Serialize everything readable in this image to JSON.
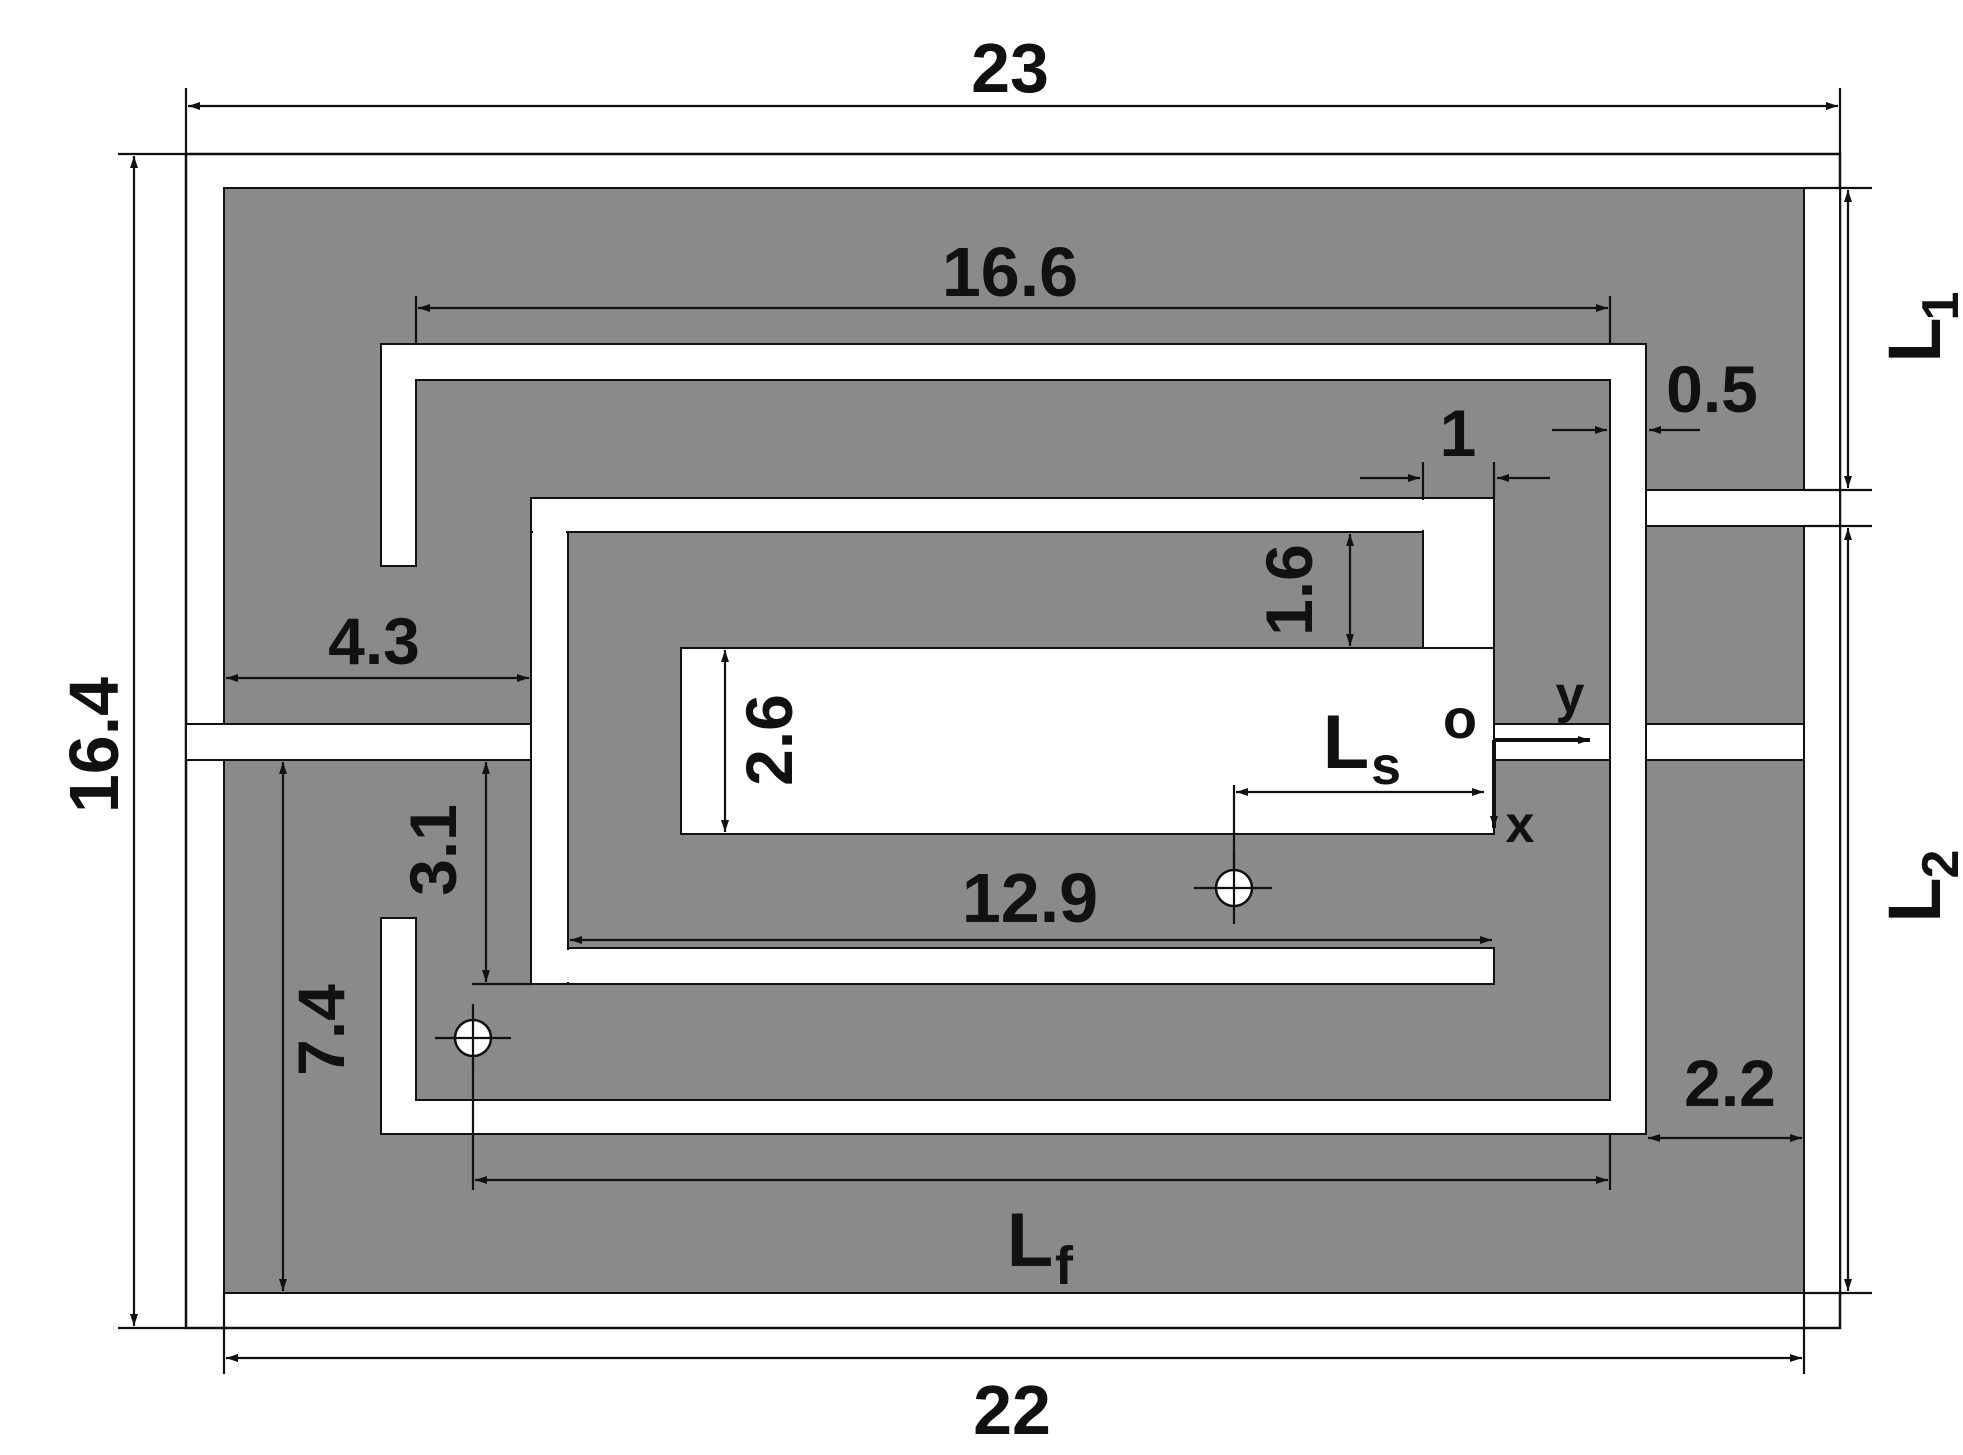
{
  "colors": {
    "metal": "#8a8a8a",
    "slot": "#ffffff",
    "ink": "#111111"
  },
  "labels": {
    "overall_width": "23",
    "overall_height": "16.4",
    "bottom_width": "22",
    "outer_slot_length": "16.6",
    "outer_gap": "0.5",
    "slot_width": "1",
    "inner_strip": "1.6",
    "open_slot_height": "2.6",
    "left_arm": "4.3",
    "lower_arm": "3.1",
    "left_height": "7.4",
    "inner_slot_length": "12.9",
    "right_arm": "2.2",
    "l1_main": "L",
    "l1_sub": "1",
    "l2_main": "L",
    "l2_sub": "2",
    "ls_main": "L",
    "ls_sub": "s",
    "lf_main": "L",
    "lf_sub": "f",
    "origin": "o",
    "axis_x": "x",
    "axis_y": "y"
  }
}
